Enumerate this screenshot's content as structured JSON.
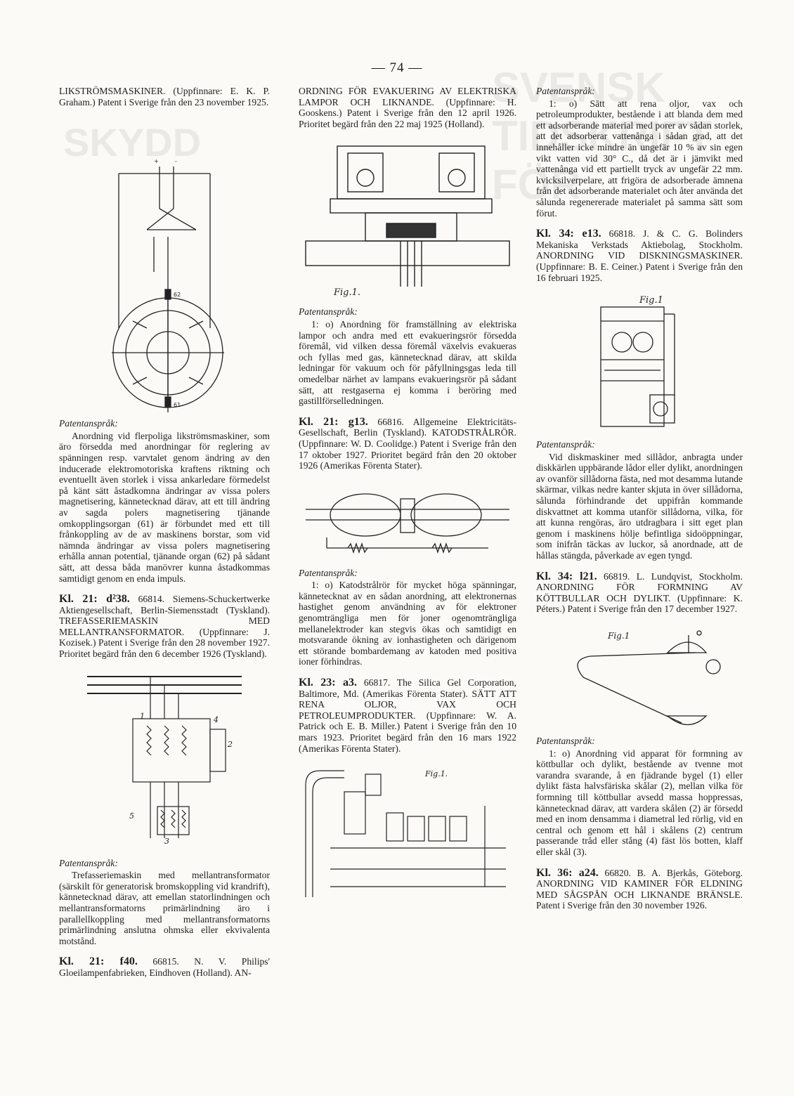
{
  "page": {
    "number": "— 74 —"
  },
  "col1": {
    "p1": "LIKSTRÖMSMASKINER. (Uppfinnare: E. K. P. Graham.) Patent i Sverige från den 23 november 1925.",
    "claim1_label": "Patentanspråk:",
    "claim1_text": "Anordning vid flerpoliga likströmsmaskiner, som äro försedda med anordningar för reglering av spänningen resp. varvtalet genom ändring av den inducerade elektromotoriska kraftens riktning och eventuellt även storlek i vissa ankarledare förmedelst på känt sätt åstadkomna ändringar av vissa polers magnetisering, kännetecknad därav, att ett till ändring av sagda polers magnetisering tjänande omkopplingsorgan (61) är förbundet med ett till frånkoppling av de av maskinens borstar, som vid nämnda ändringar av vissa polers magnetisering erhålla annan potential, tjänande organ (62) på sådant sätt, att dessa båda manövrer kunna åstadkommas samtidigt genom en enda impuls.",
    "p2_lead": "Kl. 21: d²38.",
    "p2": "66814. Siemens-Schuckertwerke Aktiengesellschaft, Berlin-Siemensstadt (Tyskland). TREFASSERIEMASKIN MED MELLANTRANSFORMATOR. (Uppfinnare: J. Kozisek.) Patent i Sverige från den 28 november 1927. Prioritet begärd från den 6 december 1926 (Tyskland).",
    "claim2_label": "Patentanspråk:",
    "claim2_text": "Trefasseriemaskin med mellantransformator (särskilt för generatorisk bromskoppling vid krandrift), kännetecknad därav, att emellan statorlindningen och mellantransformatorns primärlindning äro i parallellkoppling med mellantransformatorns primärlindning anslutna ohmska eller ekvivalenta motstånd.",
    "p3_lead": "Kl. 21: f40.",
    "p3": "66815. N. V. Philips' Gloeilampenfabrieken, Eindhoven (Holland). AN-"
  },
  "col2": {
    "p1": "ORDNING FÖR EVAKUERING AV ELEKTRISKA LAMPOR OCH LIKNANDE. (Uppfinnare: H. Gooskens.) Patent i Sverige från den 12 april 1926. Prioritet begärd från den 22 maj 1925 (Holland).",
    "claim1_label": "Patentanspråk:",
    "claim1_text": "1: o) Anordning för framställning av elektriska lampor och andra med ett evakueringsrör försedda föremål, vid vilken dessa föremål växelvis evakueras och fyllas med gas, kännetecknad därav, att skilda ledningar för vakuum och för påfyllningsgas leda till omedelbar närhet av lampans evakueringsrör på sådant sätt, att restgaserna ej komma i beröring med gastillförselledningen.",
    "p2_lead": "Kl. 21: g13.",
    "p2": "66816. Allgemeine Elektricitäts-Gesellschaft, Berlin (Tyskland). KATODSTRÅLRÖR. (Uppfinnare: W. D. Coolidge.) Patent i Sverige från den 17 oktober 1927. Prioritet begärd från den 20 oktober 1926 (Amerikas Förenta Stater).",
    "claim2_label": "Patentanspråk:",
    "claim2_text": "1: o) Katodstrålrör för mycket höga spänningar, kännetecknat av en sådan anordning, att elektronernas hastighet genom användning av för elektroner genomträngliga men för joner ogenomträngliga mellanelektroder kan stegvis ökas och samtidigt en motsvarande ökning av ionhastigheten och därigenom ett störande bombardemang av katoden med positiva ioner förhindras.",
    "p3_lead": "Kl. 23: a3.",
    "p3": "66817. The Silica Gel Corporation, Baltimore, Md. (Amerikas Förenta Stater). SÄTT ATT RENA OLJOR, VAX OCH PETROLEUMPRODUKTER. (Uppfinnare: W. A. Patrick och E. B. Miller.) Patent i Sverige från den 10 mars 1923. Prioritet begärd från den 16 mars 1922 (Amerikas Förenta Stater)."
  },
  "col3": {
    "claim0_label": "Patentanspråk:",
    "claim0_text": "1: o) Sätt att rena oljor, vax och petroleumprodukter, bestående i att blanda dem med ett adsorberande material med porer av sådan storlek, att det adsorberar vattenånga i sådan grad, att det innehåller icke mindre än ungefär 10 % av sin egen vikt vatten vid 30° C., då det är i jämvikt med vattenånga vid ett partiellt tryck av ungefär 22 mm. kvicksilverpelare, att frigöra de adsorberade ämnena från det adsorberande materialet och åter använda det sålunda regenererade materialet på samma sätt som förut.",
    "p1_lead": "Kl. 34: e13.",
    "p1": "66818. J. & C. G. Bolinders Mekaniska Verkstads Aktiebolag, Stockholm. ANORDNING VID DISKNINGSMASKINER. (Uppfinnare: B. E. Ceiner.) Patent i Sverige från den 16 februari 1925.",
    "claim1_label": "Patentanspråk:",
    "claim1_text": "Vid diskmaskiner med sillådor, anbragta under diskkärlen uppbärande lådor eller dylikt, anordningen av ovanför sillådorna fästa, ned mot desamma lutande skärmar, vilkas nedre kanter skjuta in över sillådorna, sålunda förhindrande det uppifrån kommande diskvattnet att komma utanför sillådorna, vilka, för att kunna rengöras, äro utdragbara i sitt eget plan genom i maskinens hölje befintliga sidoöppningar, som inifrån täckas av luckor, så anordnade, att de hållas stängda, påverkade av egen tyngd.",
    "p2_lead": "Kl. 34: l21.",
    "p2": "66819. L. Lundqvist, Stockholm. ANORDNING FÖR FORMNING AV KÖTTBULLAR OCH DYLIKT. (Uppfinnare: K. Péters.) Patent i Sverige från den 17 december 1927.",
    "claim2_label": "Patentanspråk:",
    "claim2_text": "1: o) Anordning vid apparat för formning av köttbullar och dylikt, bestående av tvenne mot varandra svarande, å en fjädrande bygel (1) eller dylikt fästa halvsfäriska skålar (2), mellan vilka för formning till köttbullar avsedd massa hoppressas, kännetecknad därav, att vardera skålen (2) är försedd med en inom densamma i diametral led rörlig, vid en central och genom ett hål i skålens (2) centrum passerande tråd eller stång (4) fäst lös botten, klaff eller skål (3).",
    "p3_lead": "Kl. 36: a24.",
    "p3": "66820. B. A. Bjerkås, Göteborg. ANORDNING VID KAMINER FÖR ELDNING MED SÅGSPÅN OCH LIKNANDE BRÄNSLE. Patent i Sverige från den 30 november 1926."
  },
  "figures": {
    "fig_lamp_label": "Fig.1.",
    "fig_dish_label": "Fig.1",
    "fig_meat_label": "Fig.1",
    "fig_silica_label": "Fig.1."
  }
}
